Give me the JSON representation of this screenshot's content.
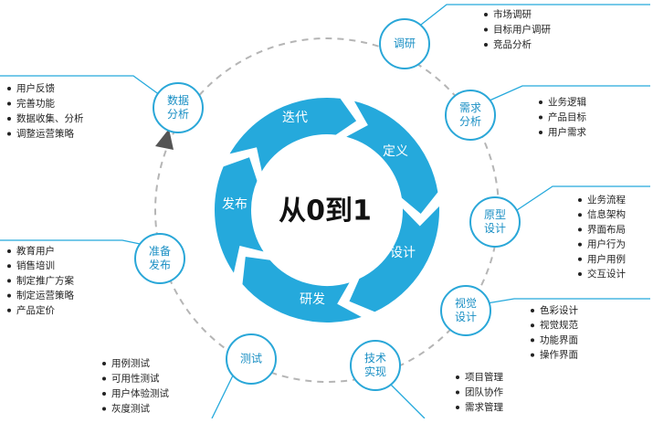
{
  "colors": {
    "accent": "#25a9dc",
    "accent_dark": "#1a8fc4",
    "node_border": "#2aa7d8",
    "dash": "#b5b5b5",
    "callout": "#25a9dc"
  },
  "center": {
    "title": "从0到1"
  },
  "cycle_segments": [
    {
      "label": "迭代"
    },
    {
      "label": "定义"
    },
    {
      "label": "设计"
    },
    {
      "label": "研发"
    },
    {
      "label": "发布"
    }
  ],
  "nodes": [
    {
      "id": "research",
      "lines": [
        "调研"
      ],
      "items": [
        "市场调研",
        "目标用户调研",
        "竞品分析"
      ]
    },
    {
      "id": "requirements",
      "lines": [
        "需求",
        "分析"
      ],
      "items": [
        "业务逻辑",
        "产品目标",
        "用户需求"
      ]
    },
    {
      "id": "prototype",
      "lines": [
        "原型",
        "设计"
      ],
      "items": [
        "业务流程",
        "信息架构",
        "界面布局",
        "用户行为",
        "用户用例",
        "交互设计"
      ]
    },
    {
      "id": "visual",
      "lines": [
        "视觉",
        "设计"
      ],
      "items": [
        "色彩设计",
        "视觉规范",
        "功能界面",
        "操作界面"
      ]
    },
    {
      "id": "tech",
      "lines": [
        "技术",
        "实现"
      ],
      "items": [
        "项目管理",
        "团队协作",
        "需求管理"
      ]
    },
    {
      "id": "test",
      "lines": [
        "测试"
      ],
      "items": [
        "用例测试",
        "可用性测试",
        "用户体验测试",
        "灰度测试"
      ]
    },
    {
      "id": "prepare",
      "lines": [
        "准备",
        "发布"
      ],
      "items": [
        "教育用户",
        "销售培训",
        "制定推广方案",
        "制定运营策略",
        "产品定价"
      ]
    },
    {
      "id": "data",
      "lines": [
        "数据",
        "分析"
      ],
      "items": [
        "用户反馈",
        "完善功能",
        "数据收集、分析",
        "调整运营策略"
      ]
    }
  ]
}
